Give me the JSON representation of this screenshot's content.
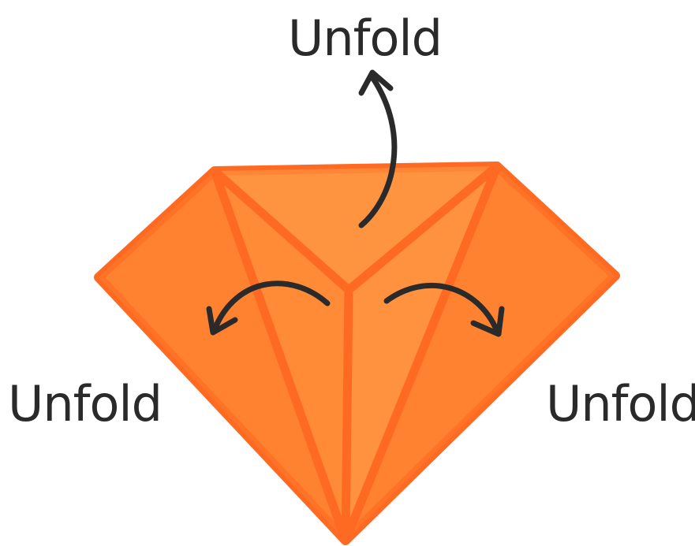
{
  "labels": {
    "top": "Unfold",
    "left": "Unfold",
    "right": "Unfold"
  },
  "colors": {
    "background": "#ffffff",
    "gem_fill": "#FF8C3A",
    "gem_face_light": "#FF9A45",
    "gem_face_dark": "#FF7A2A",
    "gem_edge": "#FF6A22",
    "arrow": "#2a2a2a",
    "text": "#2a2a2a"
  },
  "icons": {
    "gem": "diamond-gem-icon",
    "arrows": "curved-arrow-icon"
  }
}
